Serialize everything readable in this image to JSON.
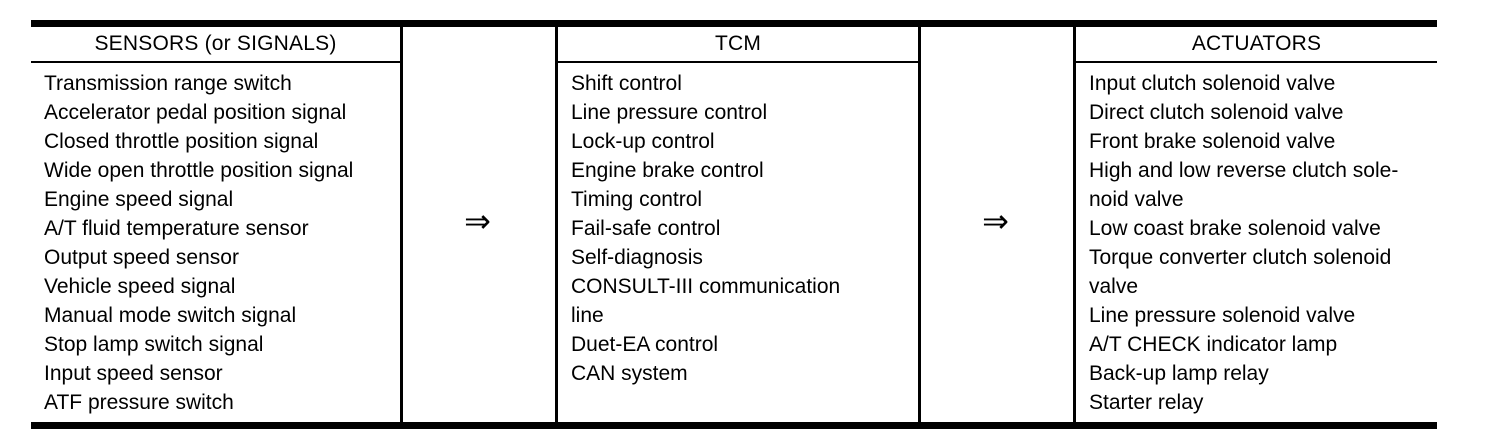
{
  "diagram": {
    "title_hint": "TCM function cross-sectional system diagram",
    "colors": {
      "line": "#000000",
      "background": "#ffffff",
      "text": "#000000"
    },
    "arrow": "⇒",
    "columns": [
      {
        "id": "sensors",
        "header": "SENSORS (or SIGNALS)",
        "lines": [
          "Transmission range switch",
          "Accelerator pedal position signal",
          "Closed throttle position signal",
          "Wide open throttle position signal",
          "Engine speed signal",
          "A/T fluid temperature sensor",
          "Output speed sensor",
          "Vehicle speed signal",
          "Manual mode switch signal",
          "Stop lamp switch signal",
          "Input speed sensor",
          "ATF pressure switch"
        ]
      },
      {
        "id": "tcm",
        "header": "TCM",
        "lines": [
          "Shift control",
          "Line pressure control",
          "Lock-up control",
          "Engine brake control",
          "Timing control",
          "Fail-safe control",
          "Self-diagnosis",
          "CONSULT-III communication",
          "line",
          "Duet-EA control",
          "CAN system"
        ]
      },
      {
        "id": "actuators",
        "header": "ACTUATORS",
        "lines": [
          "Input clutch solenoid valve",
          "Direct clutch solenoid valve",
          "Front brake solenoid valve",
          "High and low reverse clutch sole-",
          "noid valve",
          "Low coast brake solenoid valve",
          "Torque converter clutch solenoid",
          "valve",
          "Line pressure solenoid valve",
          "A/T CHECK indicator lamp",
          "Back-up lamp relay",
          "Starter relay"
        ]
      }
    ]
  }
}
